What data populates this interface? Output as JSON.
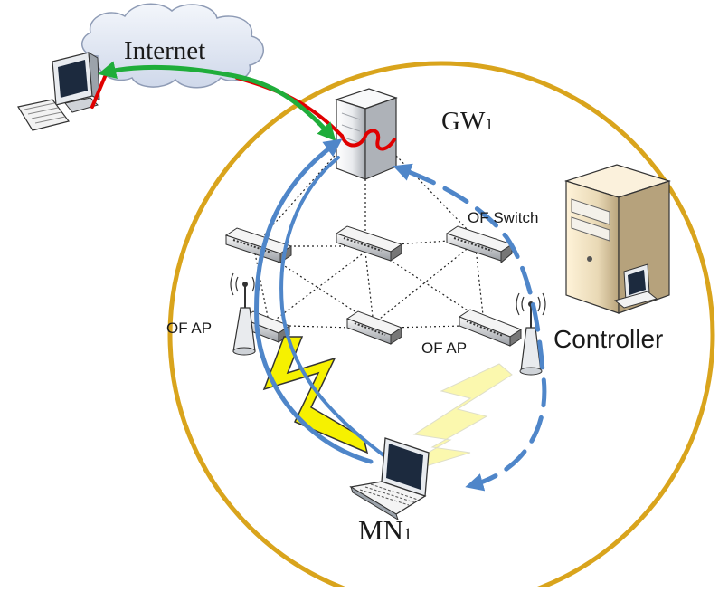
{
  "diagram": {
    "labels": {
      "internet": "Internet",
      "gateway": "GW",
      "gateway_sub": "1",
      "of_switch": "OF Switch",
      "of_ap_left": "OF AP",
      "of_ap_right": "OF AP",
      "controller": "Controller",
      "mobile_node": "MN",
      "mobile_node_sub": "1"
    },
    "colors": {
      "domain_circle": "#d9a41c",
      "old_path": "#e00000",
      "new_path": "#1fad3a",
      "handover_path": "#4f86c9",
      "active_link": "#f6f100",
      "faded_link": "#fbf7a0",
      "cloud": "#dde4f2",
      "device_body": "#eceff3"
    },
    "icons": [
      "cloud-icon",
      "workstation-icon",
      "gateway-server-icon",
      "of-switch-icon",
      "access-point-icon",
      "controller-server-icon",
      "laptop-icon",
      "wireless-link-icon"
    ]
  }
}
